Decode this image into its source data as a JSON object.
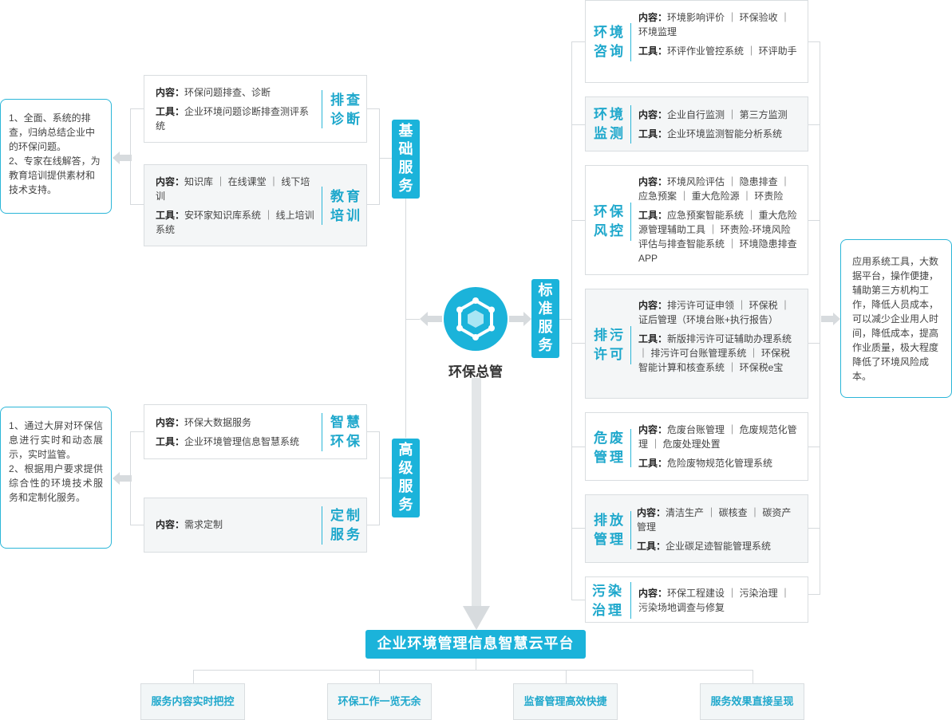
{
  "center": {
    "label": "环保总管"
  },
  "sections": {
    "basic": [
      "基",
      "础",
      "服",
      "务"
    ],
    "advanced": [
      "高",
      "级",
      "服",
      "务"
    ],
    "standard": [
      "标",
      "准",
      "服",
      "务"
    ]
  },
  "left_cards": [
    {
      "title": [
        "排查",
        "诊断"
      ],
      "rows": [
        {
          "label": "内容：",
          "text": "环保问题排查、诊断"
        },
        {
          "label": "工具：",
          "text": "企业环境问题诊断排查测评系统"
        }
      ]
    },
    {
      "title": [
        "教育",
        "培训"
      ],
      "rows": [
        {
          "label": "内容：",
          "text": "知识库 ｜ 在线课堂 ｜ 线下培训"
        },
        {
          "label": "工具：",
          "text": "安环家知识库系统 ｜ 线上培训系统"
        }
      ]
    },
    {
      "title": [
        "智慧",
        "环保"
      ],
      "rows": [
        {
          "label": "内容：",
          "text": "环保大数据服务"
        },
        {
          "label": "工具：",
          "text": "企业环境管理信息智慧系统"
        }
      ]
    },
    {
      "title": [
        "定制",
        "服务"
      ],
      "rows": [
        {
          "label": "内容：",
          "text": "需求定制"
        }
      ]
    }
  ],
  "notes": {
    "top_left": "1、全面、系统的排查，归纳总结企业中的环保问题。\n2、专家在线解答，为教育培训提供素材和技术支持。",
    "bottom_left": "1、通过大屏对环保信息进行实时和动态展示，实时监管。\n2、根据用户要求提供综合性的环境技术服务和定制化服务。",
    "right": "应用系统工具，大数据平台，操作便捷，辅助第三方机构工作，降低人员成本，可以减少企业用人时间，降低成本，提高作业质量，极大程度降低了环境风险成本。"
  },
  "right_cards": [
    {
      "title": [
        "环境",
        "咨询"
      ],
      "rows": [
        {
          "label": "内容：",
          "text": "环境影响评价 ｜ 环保验收 ｜ 环境监理"
        },
        {
          "label": "工具：",
          "text": "环评作业管控系统 ｜ 环评助手"
        }
      ]
    },
    {
      "title": [
        "环境",
        "监测"
      ],
      "rows": [
        {
          "label": "内容：",
          "text": "企业自行监测 ｜ 第三方监测"
        },
        {
          "label": "工具：",
          "text": "企业环境监测智能分析系统"
        }
      ]
    },
    {
      "title": [
        "环保",
        "风控"
      ],
      "rows": [
        {
          "label": "内容：",
          "text": "环境风险评估 ｜ 隐患排查 ｜ 应急预案 ｜ 重大危险源 ｜ 环责险"
        },
        {
          "label": "工具：",
          "text": "应急预案智能系统 ｜ 重大危险源管理辅助工具 ｜ 环责险-环境风险评估与排查智能系统 ｜ 环境隐患排查APP"
        }
      ]
    },
    {
      "title": [
        "排污",
        "许可"
      ],
      "rows": [
        {
          "label": "内容：",
          "text": "排污许可证申领 ｜ 环保税 ｜ 证后管理（环境台账+执行报告）"
        },
        {
          "label": "工具：",
          "text": "新版排污许可证辅助办理系统 ｜ 排污许可台账管理系统 ｜ 环保税智能计算和核查系统 ｜ 环保税e宝"
        }
      ]
    },
    {
      "title": [
        "危废",
        "管理"
      ],
      "rows": [
        {
          "label": "内容：",
          "text": "危废台账管理 ｜ 危废规范化管理 ｜ 危废处理处置"
        },
        {
          "label": "工具：",
          "text": "危险废物规范化管理系统"
        }
      ]
    },
    {
      "title": [
        "排放",
        "管理"
      ],
      "rows": [
        {
          "label": "内容：",
          "text": "清洁生产 ｜ 碳核查 ｜ 碳资产管理"
        },
        {
          "label": "工具：",
          "text": "企业碳足迹智能管理系统"
        }
      ]
    },
    {
      "title": [
        "污染",
        "治理"
      ],
      "rows": [
        {
          "label": "内容：",
          "text": "环保工程建设 ｜ 污染治理 ｜ 污染场地调查与修复"
        }
      ]
    }
  ],
  "platform": {
    "label": "企业环境管理信息智慧云平台"
  },
  "bottom": [
    "服务内容实时把控",
    "环保工作一览无余",
    "监督管理高效快捷",
    "服务效果直接呈现"
  ],
  "colors": {
    "accent": "#1bb3da",
    "card_border": "#d9dde0",
    "card_grey": "#f4f6f7"
  }
}
